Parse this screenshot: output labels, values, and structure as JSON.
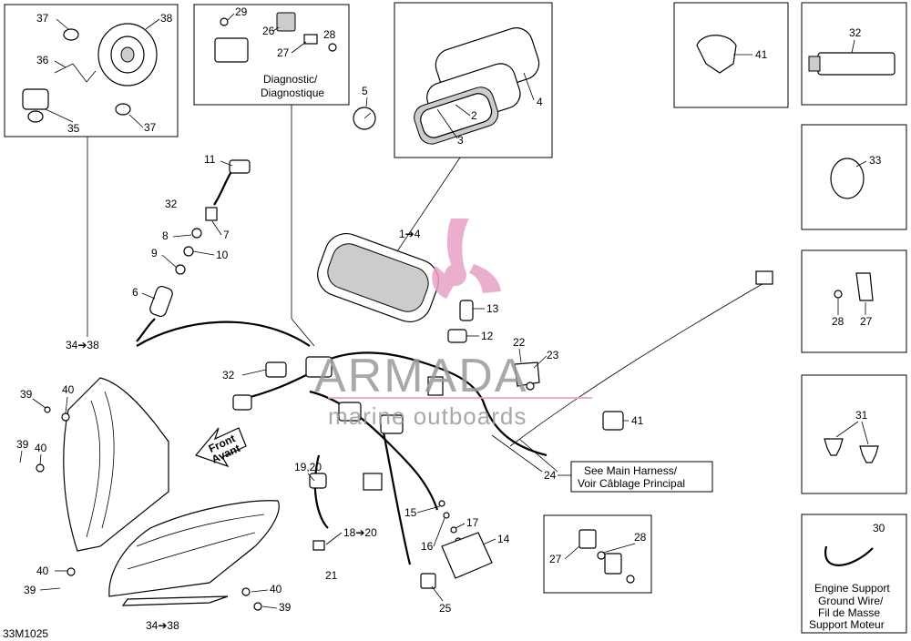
{
  "diagram_id": "33M1025",
  "watermark": {
    "brand": "ARMADA",
    "tagline": "marine outboards"
  },
  "insets": {
    "diagnostic": {
      "line1": "Diagnostic/",
      "line2": "Diagnostique"
    },
    "ground_wire": {
      "line1": "Engine Support",
      "line2": "Ground Wire/",
      "line3": "Fil de Masse",
      "line4": "Support Moteur"
    }
  },
  "callout_box": {
    "line1": "See Main Harness/",
    "line2": "Voir Câblage Principal"
  },
  "front_arrow": {
    "line1": "Front",
    "line2": "Avant"
  },
  "labels": {
    "p37a": "37",
    "p38": "38",
    "p36": "36",
    "p35": "35",
    "p37b": "37",
    "p29": "29",
    "p26": "26",
    "p27a": "27",
    "p28a": "28",
    "p5": "5",
    "p2": "2",
    "p3": "3",
    "p4": "4",
    "p41a": "41",
    "p32a": "32",
    "p33": "33",
    "p28b": "28",
    "p27b": "27",
    "p31": "31",
    "p30": "30",
    "p11": "11",
    "p32b": "32",
    "p7": "7",
    "p8": "8",
    "p10": "10",
    "p9": "9",
    "p6": "6",
    "p1to4": "1➔4",
    "p13": "13",
    "p12": "12",
    "p22": "22",
    "p23": "23",
    "p34to38a": "34➔38",
    "p32c": "32",
    "p39a": "39",
    "p40a": "40",
    "p39b": "39",
    "p40b": "40",
    "p41b": "41",
    "p24": "24",
    "p19_20": "19,20",
    "p15": "15",
    "p17": "17",
    "p16": "16",
    "p14": "14",
    "p18to20": "18➔20",
    "p21": "21",
    "p25": "25",
    "p27c": "27",
    "p28c": "28",
    "p40c": "40",
    "p39c": "39",
    "p40d": "40",
    "p39d": "39",
    "p34to38b": "34➔38"
  },
  "colors": {
    "watermark_pink": "#e8a0c4",
    "watermark_gray": "#9a9a9a",
    "line": "#000000"
  }
}
